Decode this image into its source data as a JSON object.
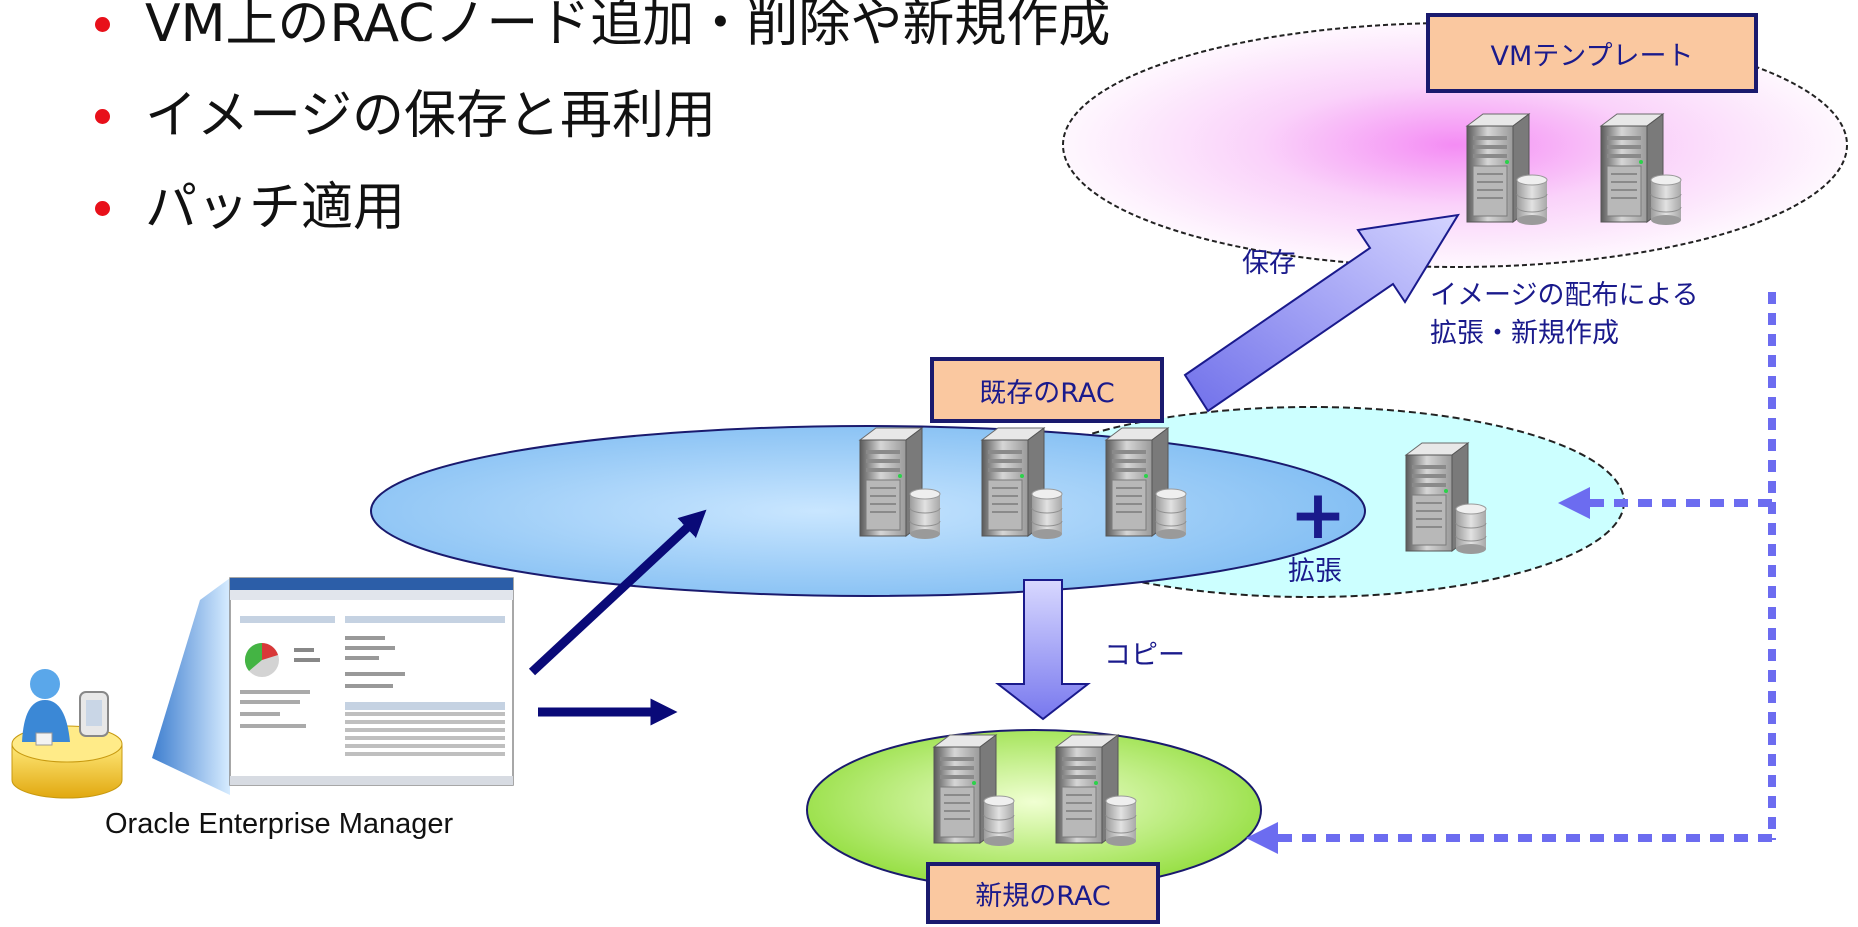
{
  "bullets": [
    "VM上のRACノード追加・削除や新規作成",
    "イメージの保存と再利用",
    "パッチ適用"
  ],
  "boxes": {
    "vm_template": "VMテンプレート",
    "existing_rac": "既存のRAC",
    "new_rac": "新規のRAC"
  },
  "labels": {
    "save": "保存",
    "distribute_line1": "イメージの配布による",
    "distribute_line2": "拡張・新規作成",
    "expand": "拡張",
    "copy": "コピー",
    "plus": "+",
    "oem": "Oracle Enterprise Manager"
  },
  "colors": {
    "bullet": "#e8101a",
    "box_fill": "#fac8a0",
    "box_border": "#1a1a6e",
    "label_text": "#1a1a8c",
    "dark_arrow": "#0a0a78",
    "dotted_line": "#6c6cf0"
  }
}
